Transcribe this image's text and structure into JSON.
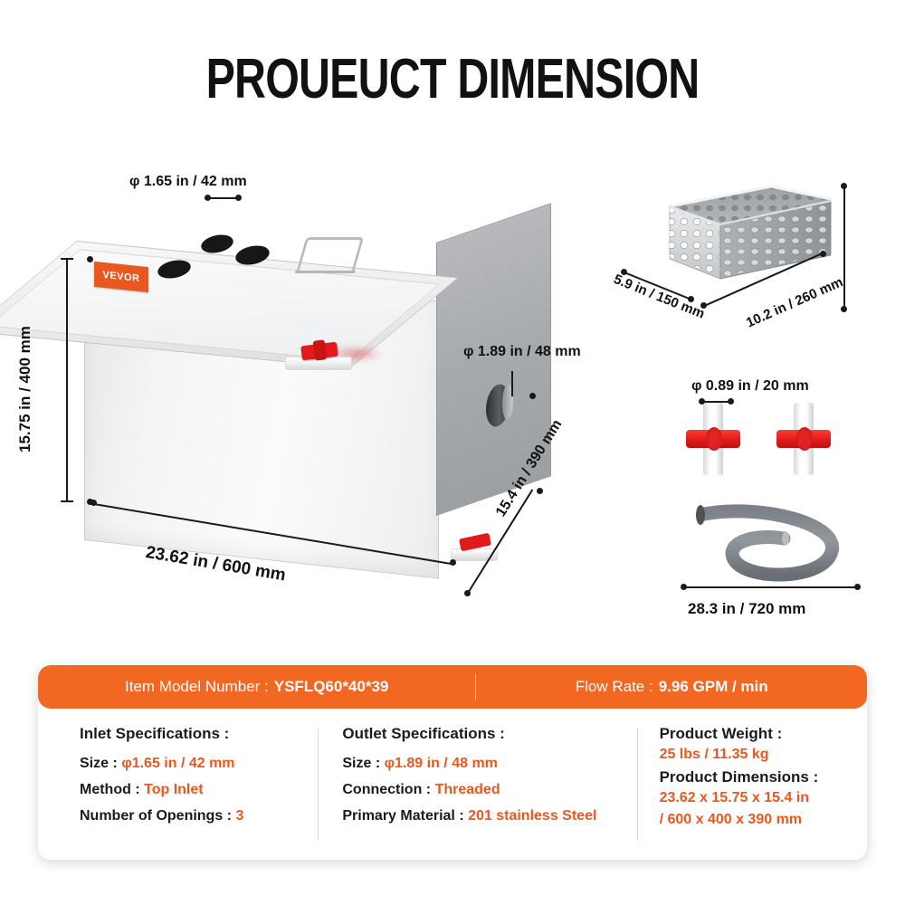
{
  "title": "PROUEUCT DIMENSION",
  "brand": "VEVOR",
  "dimensions": {
    "inlet_top": "φ 1.65 in / 42 mm",
    "height": "15.75 in / 400 mm",
    "width": "23.62 in / 600 mm",
    "depth": "15.4 in / 390 mm",
    "outlet_side": "φ 1.89 in / 48 mm",
    "basket_width": "5.9 in / 150 mm",
    "basket_depth": "10.2 in / 260 mm",
    "valve_diameter": "φ 0.89 in / 20 mm",
    "hose_length": "28.3 in / 720 mm"
  },
  "spec_header": {
    "model_label": "Item Model Number :",
    "model_value": "YSFLQ60*40*39",
    "flow_label": "Flow Rate :",
    "flow_value": "9.96 GPM / min"
  },
  "spec_columns": [
    {
      "title": "Inlet Specifications :",
      "rows": [
        {
          "label": "Size :",
          "value": "φ1.65 in / 42 mm"
        },
        {
          "label": "Method :",
          "value": "Top Inlet"
        },
        {
          "label": "Number of Openings :",
          "value": "3"
        }
      ]
    },
    {
      "title": "Outlet Specifications :",
      "rows": [
        {
          "label": "Size :",
          "value": "φ1.89 in / 48 mm"
        },
        {
          "label": "Connection :",
          "value": "Threaded"
        },
        {
          "label": "Primary Material :",
          "value": "201 stainless Steel"
        }
      ]
    },
    {
      "title": "Product Weight :",
      "weight_value": "25 lbs / 11.35 kg",
      "dimensions_label": "Product Dimensions :",
      "dimensions_line1": "23.62 x 15.75 x 15.4 in",
      "dimensions_line2": "/ 600 x 400 x 390 mm"
    }
  ],
  "colors": {
    "accent": "#f26722",
    "accent_text": "#e8581f",
    "text": "#1b1b1b"
  }
}
